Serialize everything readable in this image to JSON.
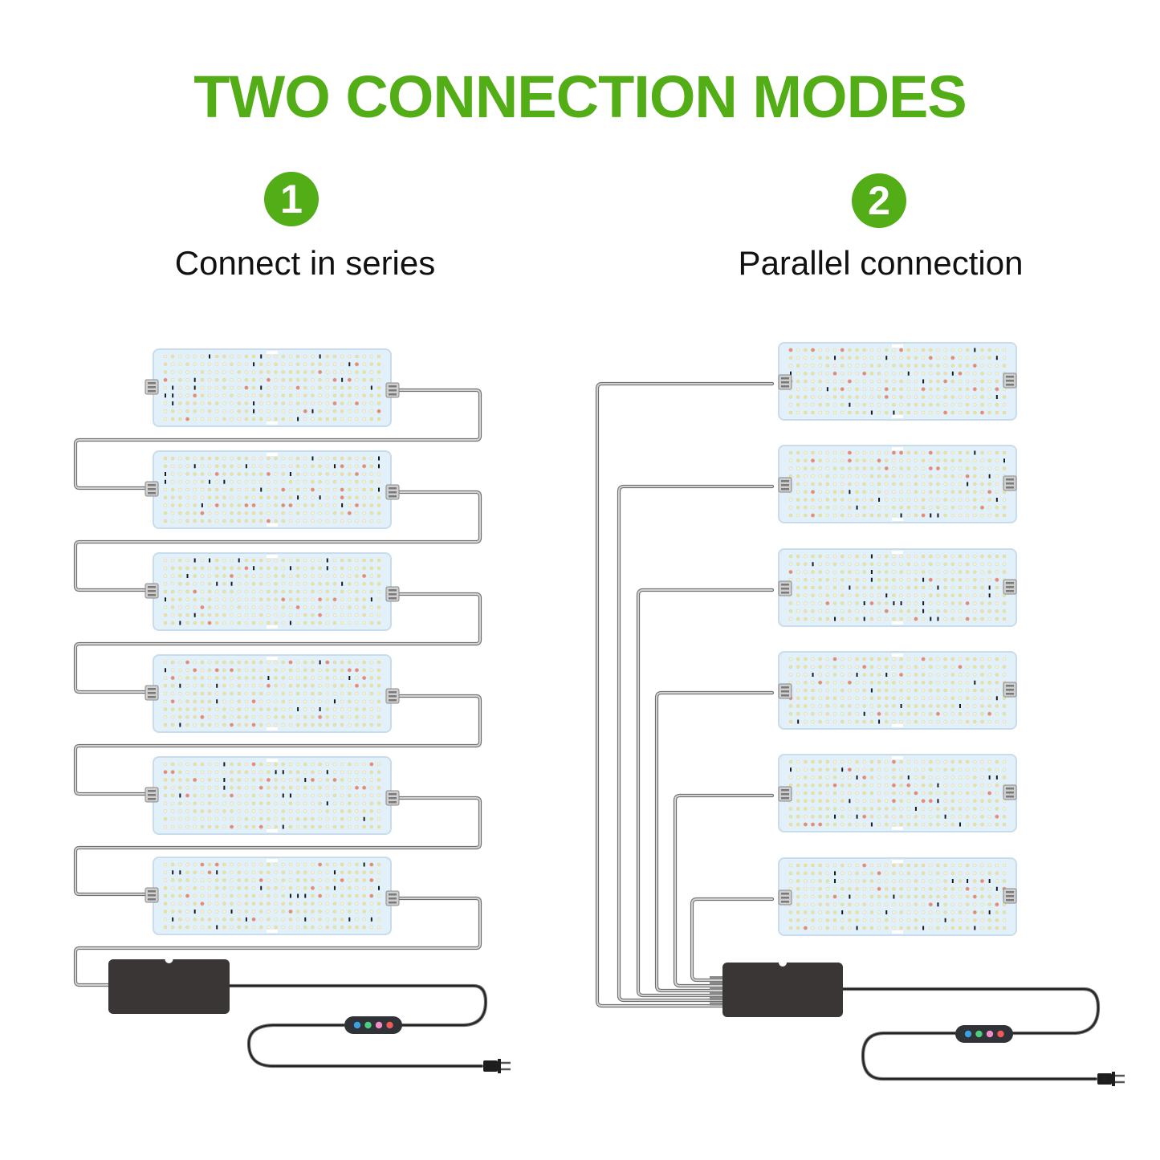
{
  "title": "TWO CONNECTION MODES",
  "colors": {
    "accent": "#52ad16",
    "panel": "#e2f0fa",
    "panel_border": "#c9dceb",
    "cable": "#9a9a9a",
    "adapter": "#3a3636",
    "button_blue": "#3aa0e0",
    "button_green": "#4cd080",
    "button_pink": "#f08cc8",
    "button_red": "#f05a5a"
  },
  "modes": [
    {
      "number": "1",
      "label": "Connect in series",
      "panel_count": 6
    },
    {
      "number": "2",
      "label": "Parallel connection",
      "panel_count": 6
    }
  ],
  "icons": [
    "led-panel-icon",
    "power-adapter-icon",
    "remote-controller-icon",
    "power-plug-icon"
  ]
}
